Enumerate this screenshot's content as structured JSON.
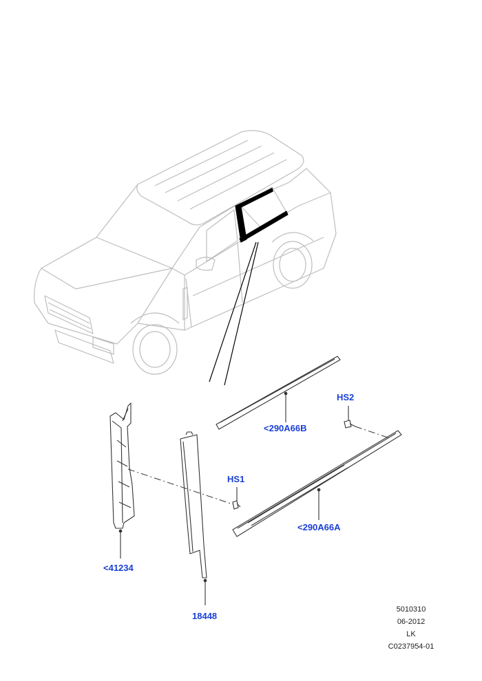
{
  "callouts": {
    "part_290A66B": "<290A66B",
    "part_HS2": "HS2",
    "part_HS1": "HS1",
    "part_290A66A": "<290A66A",
    "part_41234": "<41234",
    "part_18448": "18448"
  },
  "reference": {
    "code": "5010310",
    "date": "06-2012",
    "initials": "LK",
    "id": "C0237954-01"
  },
  "colors": {
    "callout": "#1a3fd6",
    "line": "#333333",
    "faint": "#bdbdbd"
  }
}
